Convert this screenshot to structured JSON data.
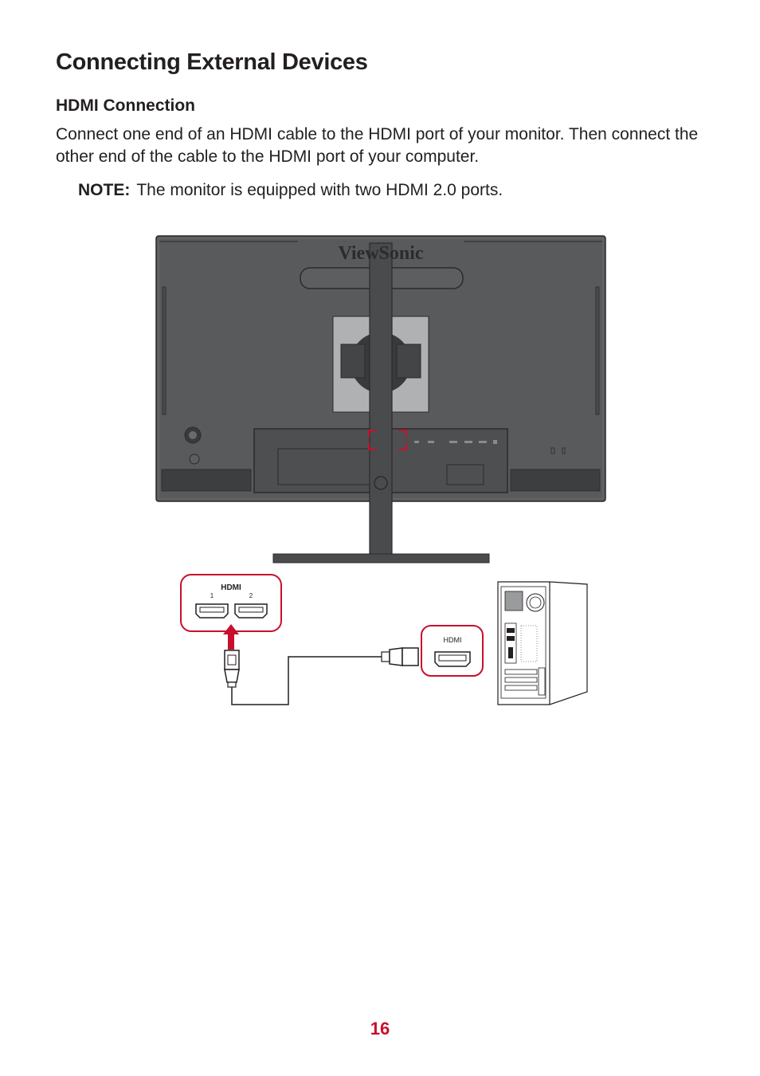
{
  "heading": "Connecting External Devices",
  "subheading": "HDMI Connection",
  "paragraph": "Connect one end of an HDMI cable to the HDMI port of your monitor. Then connect the other end of the cable to the HDMI port of your computer.",
  "note": {
    "label": "NOTE:",
    "text": "The monitor is equipped with two HDMI 2.0 ports."
  },
  "figure": {
    "brand_logo": "ViewSonic",
    "monitor_port_label": "HDMI",
    "monitor_port_numbers": [
      "1",
      "2"
    ],
    "pc_port_label": "HDMI",
    "accent_color": "#c8102e"
  },
  "page_number": "16"
}
